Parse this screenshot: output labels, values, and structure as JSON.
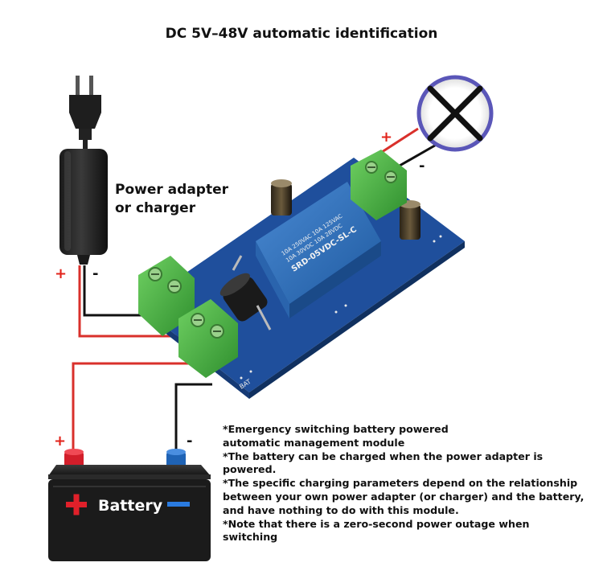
{
  "title": "DC 5V–48V automatic identification",
  "adapter_label": {
    "line1": "Power adapter",
    "line2": "or charger"
  },
  "polarity": {
    "plus": "+",
    "minus": "-"
  },
  "battery_label": "Battery",
  "relay_markings": {
    "line1": "10A 250VAC  10A 125VAC",
    "line2": "10A 30VDC  10A 28VDC",
    "line3": "SRD-05VDC-SL-C"
  },
  "notes": [
    "*Emergency switching battery powered",
    "automatic management module",
    "*The battery can be charged when the power adapter is",
    "powered.",
    "*The specific charging parameters depend on the relationship",
    "between your own power adapter (or charger) and the battery,",
    "and have nothing to do with this module.",
    "*Note that there is a zero-second power outage when",
    "switching"
  ],
  "colors": {
    "wire_positive": "#d9302b",
    "wire_negative": "#111111",
    "terminal_green": "#4fb84a",
    "relay_blue": "#2d6fb6",
    "pcb_blue": "#1f4f9c",
    "battery_body": "#1b1b1b",
    "battery_plus_terminal": "#d21e2a",
    "battery_minus_terminal": "#1f63b5"
  }
}
